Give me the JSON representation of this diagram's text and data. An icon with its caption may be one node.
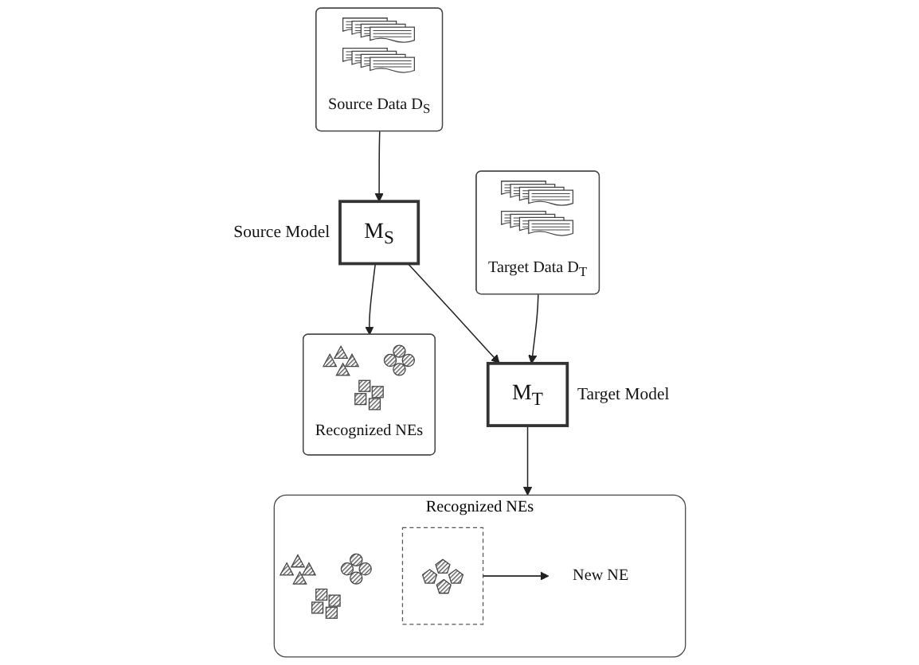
{
  "diagram": {
    "nodes": [
      {
        "text": [
          "Source Data D$_{S}$"
        ]
      },
      {
        "text": [
          "Target Data D$_{T}$"
        ]
      },
      {
        "text": [
          "M$_{S}$"
        ],
        "beside": [
          "Source Model"
        ]
      },
      {
        "text": [
          "M$_{T}$"
        ],
        "beside": [
          "Target Model"
        ]
      },
      {
        "text": [
          "Recognized NEs"
        ]
      },
      {
        "text": [
          "Recognized NEs"
        ]
      },
      {
        "text": [],
        "shape": "box",
        "in": 5
      },
      {
        "text": [
          "New NE"
        ],
        "in": 5
      }
    ],
    "edges": [
      {
        "from": 0,
        "to": 2,
        "arrow": "to"
      },
      {
        "from": 1,
        "to": 3,
        "arrow": "to"
      },
      {
        "from": 2,
        "to": 3,
        "arrow": "to"
      },
      {
        "from": 2,
        "to": 4,
        "arrow": "to"
      },
      {
        "from": 3,
        "to": 5,
        "arrow": "to"
      },
      {
        "from": 6,
        "to": 7,
        "arrow": "to"
      }
    ]
  }
}
